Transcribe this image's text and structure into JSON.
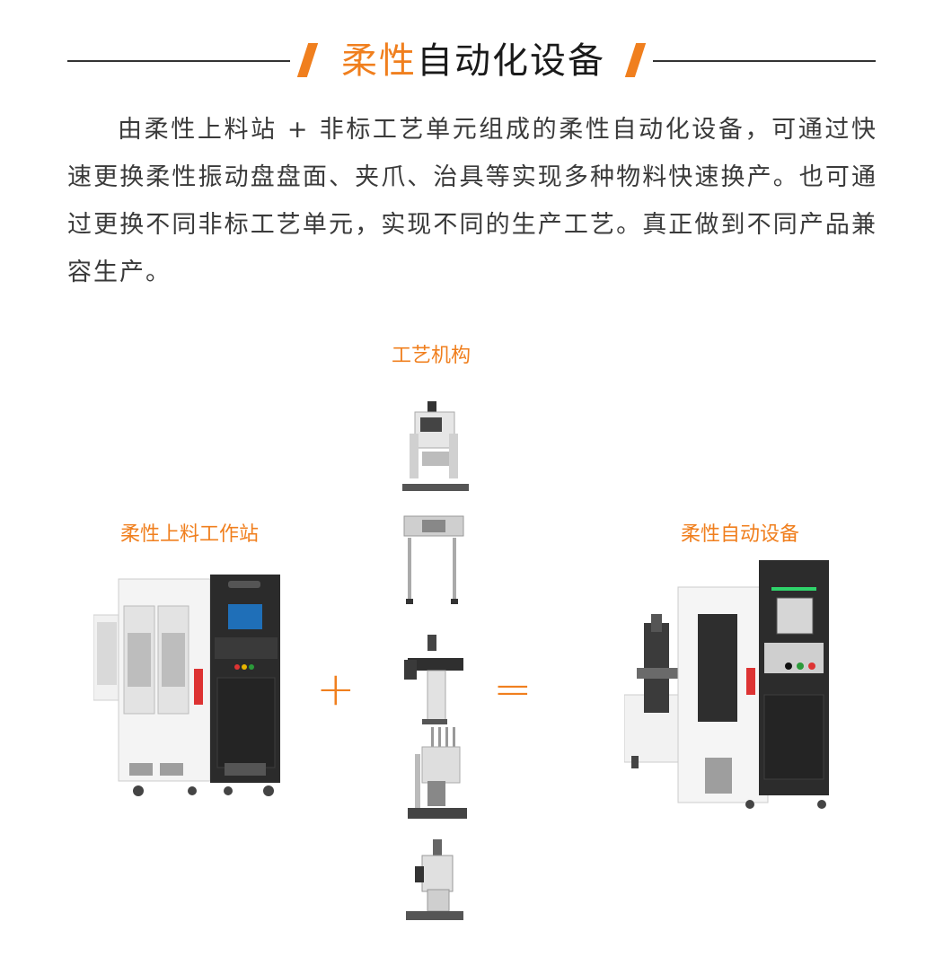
{
  "title": {
    "accent": "柔性",
    "main": "自动化设备"
  },
  "intro": "由柔性上料站 + 非标工艺单元组成的柔性自动化设备，可通过快速更换柔性振动盘盘面、夹爪、治具等实现多种物料快速换产。也可通过更换不同非标工艺单元，实现不同的生产工艺。真正做到不同产品兼容生产。",
  "labels": {
    "process_mechanism": "工艺机构",
    "flexible_loading_station": "柔性上料工作站",
    "flexible_automation_equipment": "柔性自动设备"
  },
  "operators": {
    "plus": "+",
    "equals": "="
  },
  "colors": {
    "accent": "#f07f1e",
    "text": "#333333",
    "machine_dark": "#2b2b2b",
    "machine_light": "#ececec"
  }
}
